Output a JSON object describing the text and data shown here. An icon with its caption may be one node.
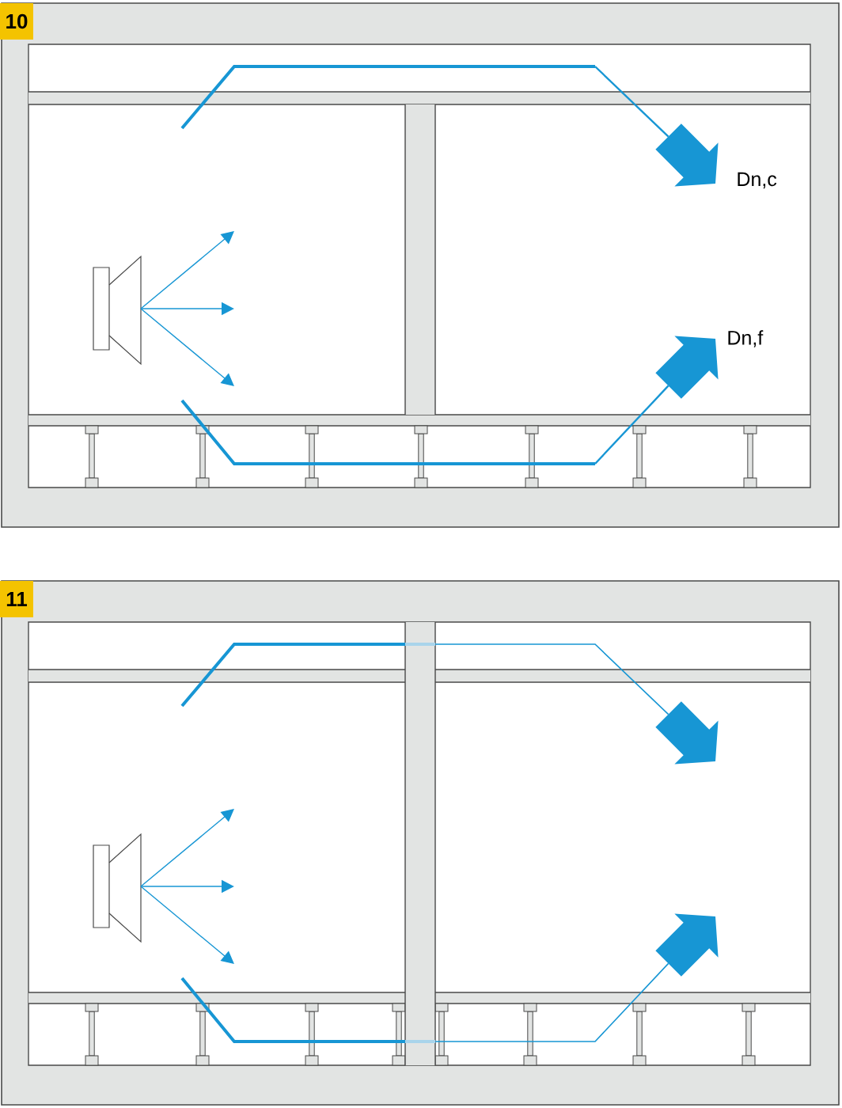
{
  "diagram": {
    "nodes": [
      {
        "text": [
          "10"
        ]
      },
      {
        "text": [
          "11"
        ]
      }
    ],
    "labels": [
      "Dn,c",
      "Dn,f"
    ]
  }
}
